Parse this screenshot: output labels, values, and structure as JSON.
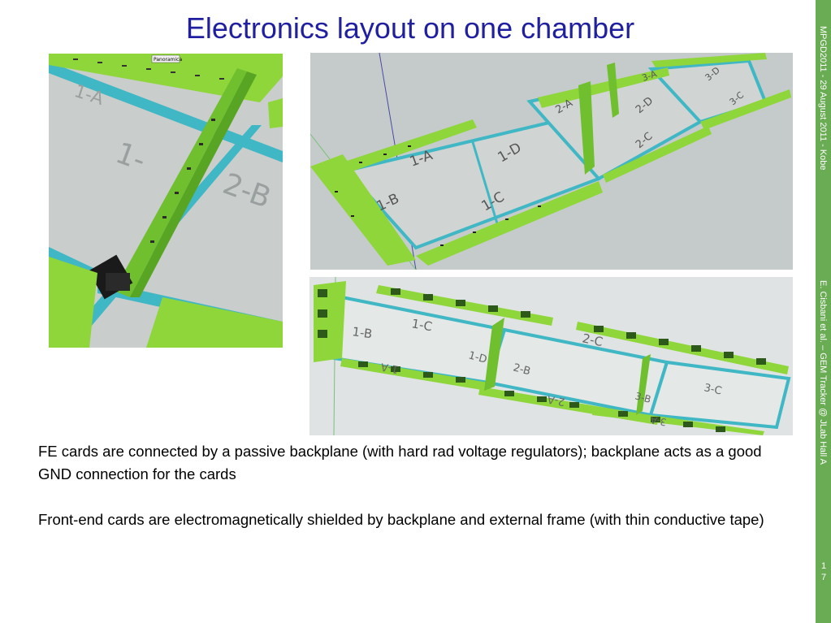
{
  "slide": {
    "title": "Electronics layout on one chamber",
    "paragraph1": "FE cards are connected by a passive backplane (with hard rad voltage regulators); backplane acts as a good GND connection for the cards",
    "paragraph2": "Front-end cards are electromagnetically shielded by backplane and external frame (with thin conductive tape)",
    "sidebar_top": "MPGD2011 - 29 August 2011 - Kobe",
    "sidebar_mid": "E. Cisbani et al. – GEM Tracker @ JLab Hall A",
    "page_number": "17"
  },
  "images": {
    "closeup": {
      "panorama_label": "Panoramica",
      "labels": [
        "1-A",
        "1-",
        "2-B"
      ]
    },
    "top_view": {
      "labels": [
        "1-A",
        "1-D",
        "1-B",
        "1-C",
        "2-A",
        "2-D",
        "2-C",
        "3-A",
        "3-D",
        "3-C"
      ]
    },
    "bottom_view": {
      "labels": [
        "1-B",
        "1-C",
        "1-A",
        "1-D",
        "2-B",
        "2-C",
        "2-A",
        "3-B",
        "3-C",
        "3-A"
      ]
    }
  },
  "colors": {
    "title": "#1f1fa0",
    "sidebar": "#6aac54",
    "pcb_green": "#8ed63a",
    "frame_cyan": "#3fb7c4",
    "chamber_grey": "#c9cdcc"
  }
}
